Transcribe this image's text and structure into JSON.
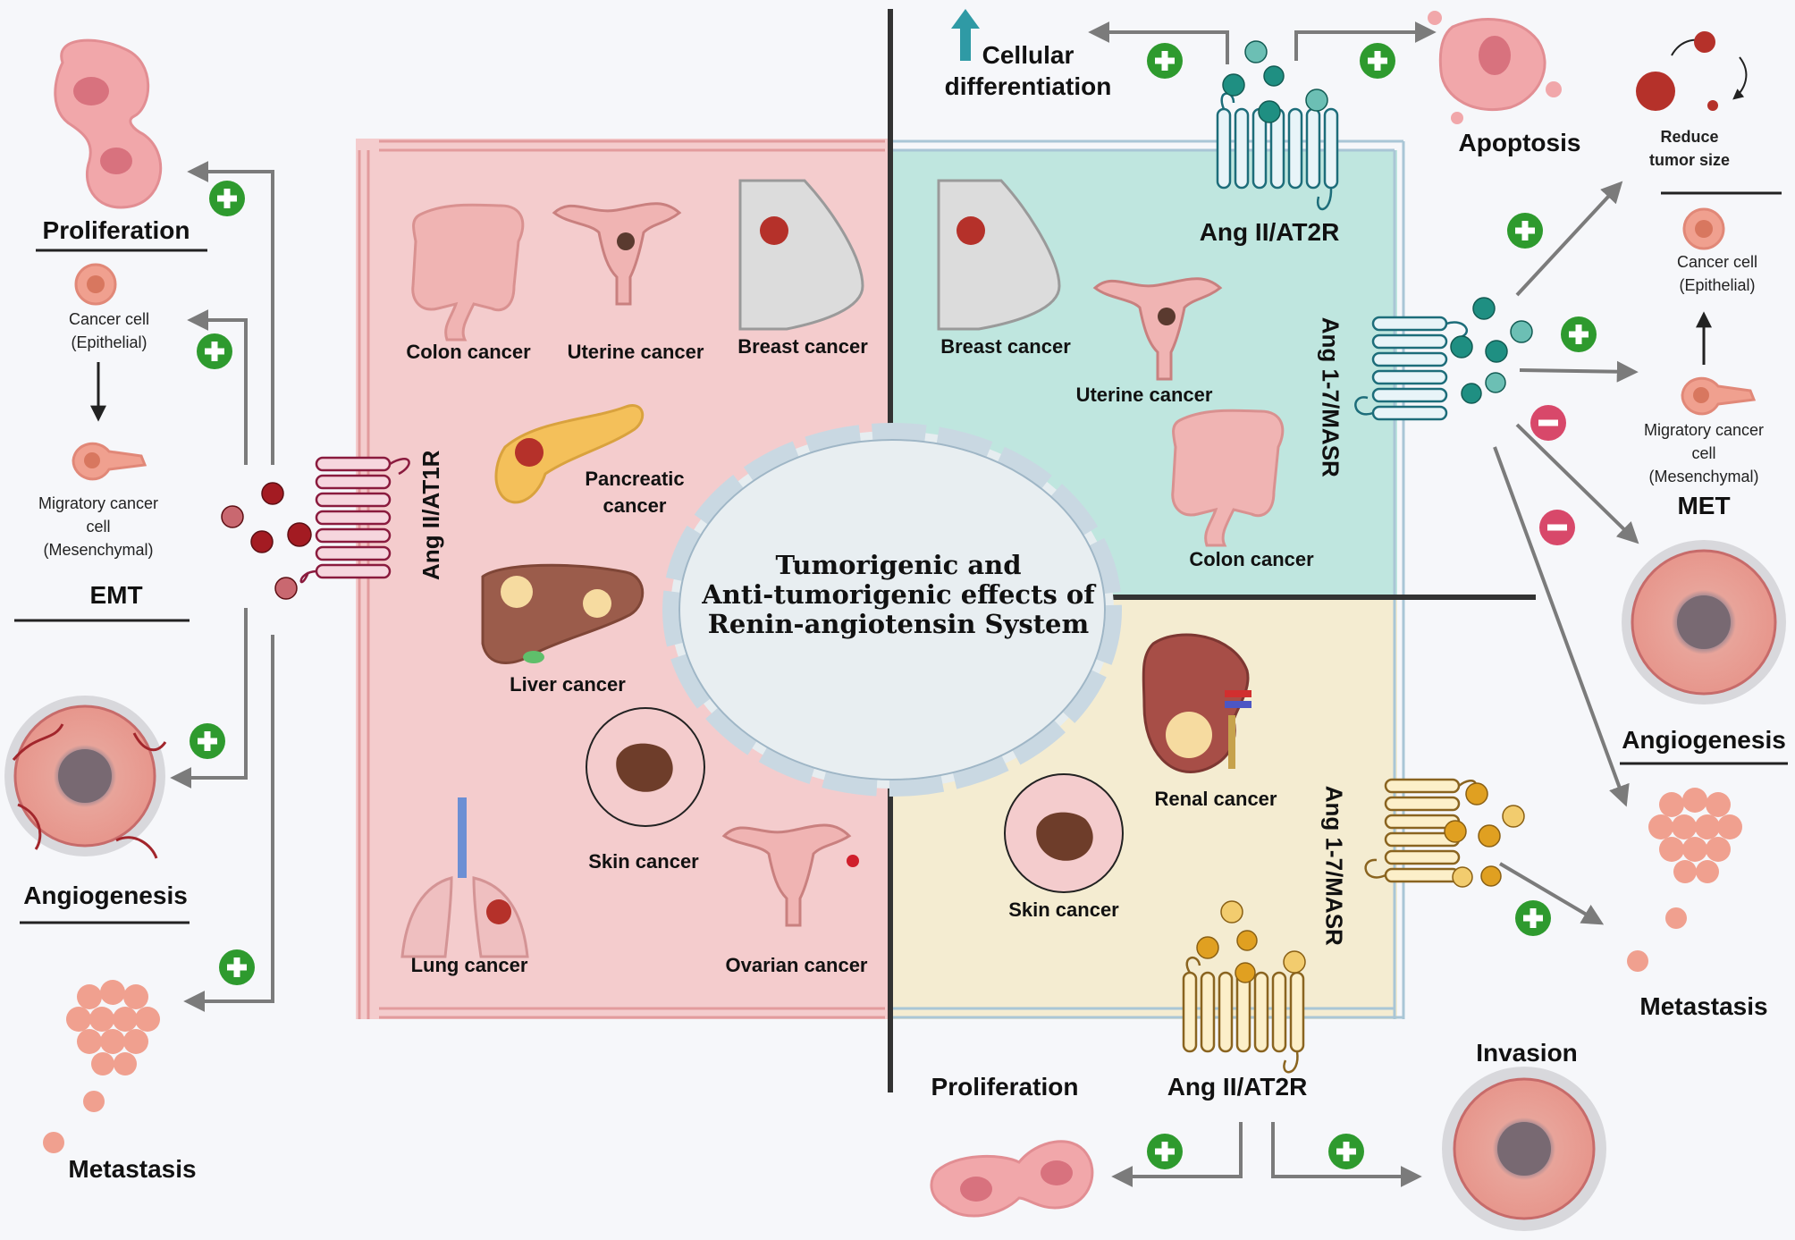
{
  "title": {
    "line1": "Tumorigenic and",
    "line2": "Anti-tumorigenic effects of",
    "line3": "Renin-angiotensin System"
  },
  "left_panel": {
    "receptor": "Ang II/AT1R",
    "cancers": [
      "Colon  cancer",
      "Uterine cancer",
      "Breast cancer",
      "Pancreatic",
      "cancer",
      "Liver  cancer",
      "Skin cancer",
      "Lung  cancer",
      "Ovarian  cancer"
    ]
  },
  "left_effects": {
    "proliferation": "Proliferation",
    "cancer_cell": "Cancer cell",
    "epithelial": "(Epithelial)",
    "migratory_1": "Migratory cancer",
    "migratory_2": "cell",
    "mesenchymal": "(Mesenchymal)",
    "emt": "EMT",
    "angiogenesis": "Angiogenesis",
    "metastasis": "Metastasis"
  },
  "top_right": {
    "cellular_1": "Cellular",
    "cellular_2": "differentiation",
    "apoptosis": "Apoptosis",
    "receptor": "Ang II/AT2R"
  },
  "right_green_panel": {
    "receptor": "Ang 1-7/MASR",
    "cancers": [
      "Breast cancer",
      "Uterine cancer",
      "Colon  cancer"
    ]
  },
  "right_effects": {
    "reduce_1": "Reduce",
    "reduce_2": "tumor size",
    "cancer_cell": "Cancer cell",
    "epithelial": "(Epithelial)",
    "migratory_1": "Migratory cancer",
    "migratory_2": "cell",
    "mesenchymal": "(Mesenchymal)",
    "met": "MET",
    "angiogenesis": "Angiogenesis",
    "metastasis": "Metastasis"
  },
  "right_yellow_panel": {
    "receptor": "Ang 1-7/MASR",
    "cancers": [
      "Renal cancer",
      "Skin cancer"
    ]
  },
  "bottom_right": {
    "proliferation": "Proliferation",
    "receptor": "Ang II/AT2R",
    "invasion": "Invasion"
  },
  "colors": {
    "pink_panel": "#f4cccd",
    "green_panel": "#bfe6df",
    "yellow_panel": "#f4ecd1",
    "plus": "#2e9a2e",
    "minus": "#d8486a",
    "arrow": "#7b7b7b",
    "at1r_ligand": "#a31b22",
    "masr_ligand": "#1f8f82",
    "at2r_ligand": "#e0a021"
  }
}
